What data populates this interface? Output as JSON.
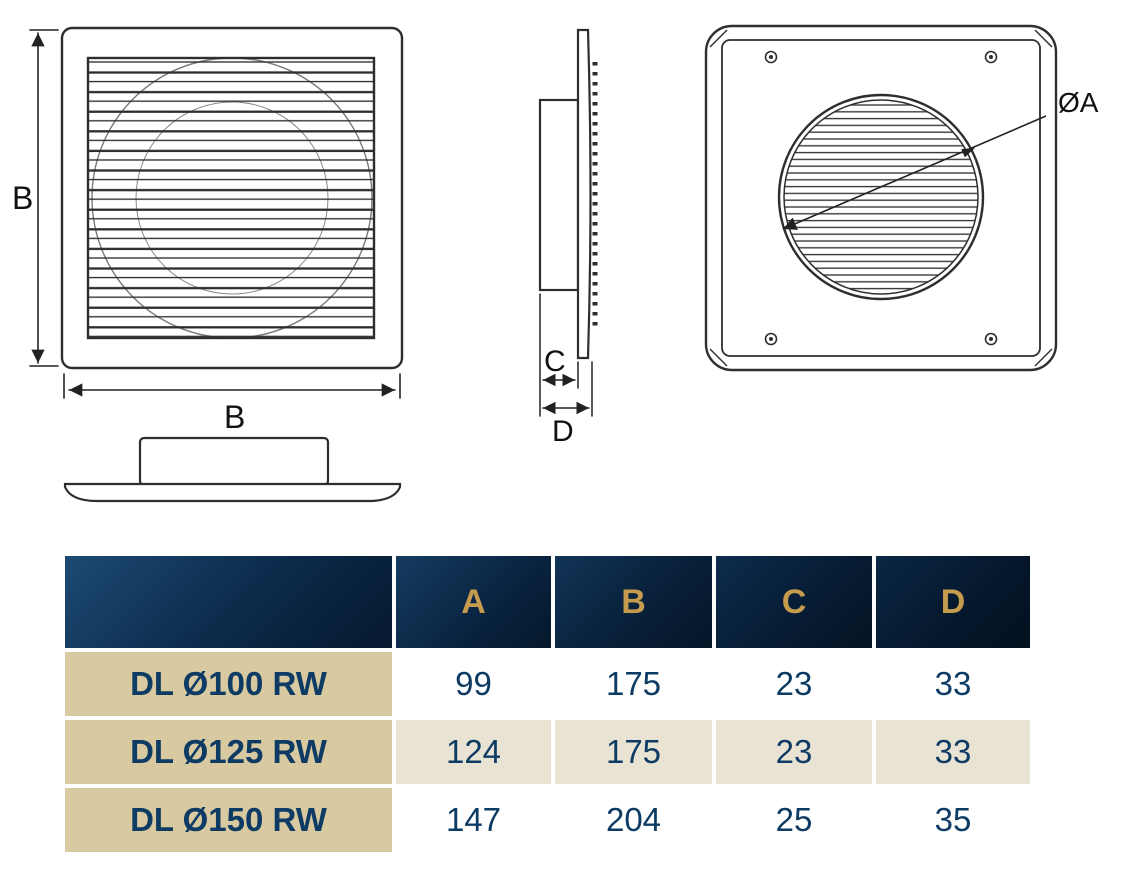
{
  "drawing": {
    "front": {
      "dim_vertical": "B",
      "dim_horizontal": "B"
    },
    "side": {
      "dim_c": "C",
      "dim_d": "D"
    },
    "back": {
      "dim_diameter": "ØA"
    }
  },
  "table": {
    "columns": [
      "A",
      "B",
      "C",
      "D"
    ],
    "rows": [
      {
        "model": "DL Ø100 RW",
        "values": [
          "99",
          "175",
          "23",
          "33"
        ]
      },
      {
        "model": "DL Ø125 RW",
        "values": [
          "124",
          "175",
          "23",
          "33"
        ]
      },
      {
        "model": "DL Ø150 RW",
        "values": [
          "147",
          "204",
          "25",
          "35"
        ]
      }
    ]
  },
  "colors": {
    "header_navy": "#0a2342",
    "accent_gold": "#c59b4e",
    "row_tan": "#d8c9a1",
    "row_beige": "#e9e3d4",
    "text_navy": "#0d3b63"
  }
}
